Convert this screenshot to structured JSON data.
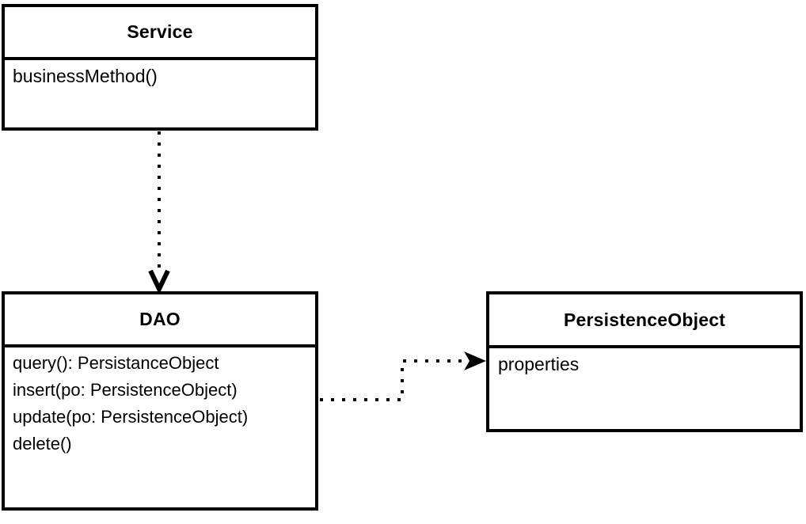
{
  "diagram": {
    "type": "uml-class-diagram",
    "background_color": "#ffffff",
    "stroke_color": "#000000",
    "classes": [
      {
        "id": "service",
        "name": "Service",
        "members": [
          "businessMethod()"
        ]
      },
      {
        "id": "dao",
        "name": "DAO",
        "members": [
          "query(): PersistanceObject",
          "insert(po: PersistenceObject)",
          "update(po: PersistenceObject)",
          "delete()"
        ]
      },
      {
        "id": "persistenceobject",
        "name": "PersistenceObject",
        "members": [
          "properties"
        ]
      }
    ],
    "connectors": [
      {
        "id": "service-to-dao",
        "from": "Service",
        "to": "DAO",
        "style": "dotted",
        "arrow": "open",
        "direction": "down"
      },
      {
        "id": "dao-to-persistenceobject",
        "from": "DAO",
        "to": "PersistenceObject",
        "style": "dotted",
        "arrow": "solid",
        "direction": "right"
      }
    ]
  }
}
